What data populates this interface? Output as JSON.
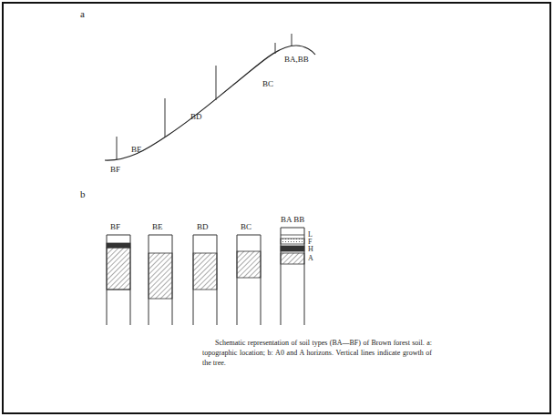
{
  "diagram": {
    "caption": "Schematic representation of soil types (BA—BF) of Brown forest soil. a: topographic location; b: A0 and A horizons. Vertical lines indicate growth of the tree.",
    "labels": [
      "a",
      "BF",
      "BE",
      "BD",
      "BC",
      "BA,BB",
      "b",
      "BF",
      "BE",
      "BD",
      "BC",
      "BA BB",
      "L",
      "F",
      "H",
      "A"
    ]
  }
}
